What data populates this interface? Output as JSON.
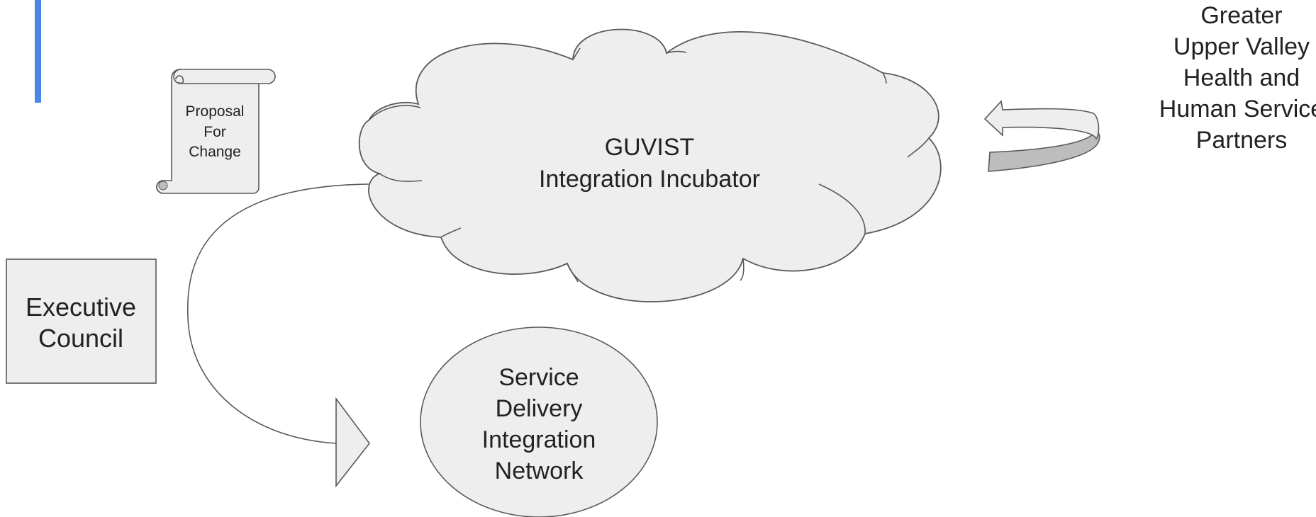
{
  "diagram": {
    "proposal_scroll": {
      "lines": [
        "Proposal",
        "For",
        "Change"
      ]
    },
    "cloud": {
      "lines": [
        "GUVIST",
        "Integration Incubator"
      ]
    },
    "executive_box": {
      "lines": [
        "Executive",
        "Council"
      ]
    },
    "service_ellipse": {
      "lines": [
        "Service",
        "Delivery",
        "Integration",
        "Network"
      ]
    },
    "partners_label": {
      "lines": [
        "Greater",
        "Upper Valley",
        "Health and",
        "Human Service",
        "Partners"
      ]
    }
  },
  "colors": {
    "accent_bar": "#4a86e8",
    "shape_fill": "#eeeeee",
    "shape_stroke": "#595959",
    "text": "#222222",
    "arrow_shadow": "#bdbdbd"
  }
}
